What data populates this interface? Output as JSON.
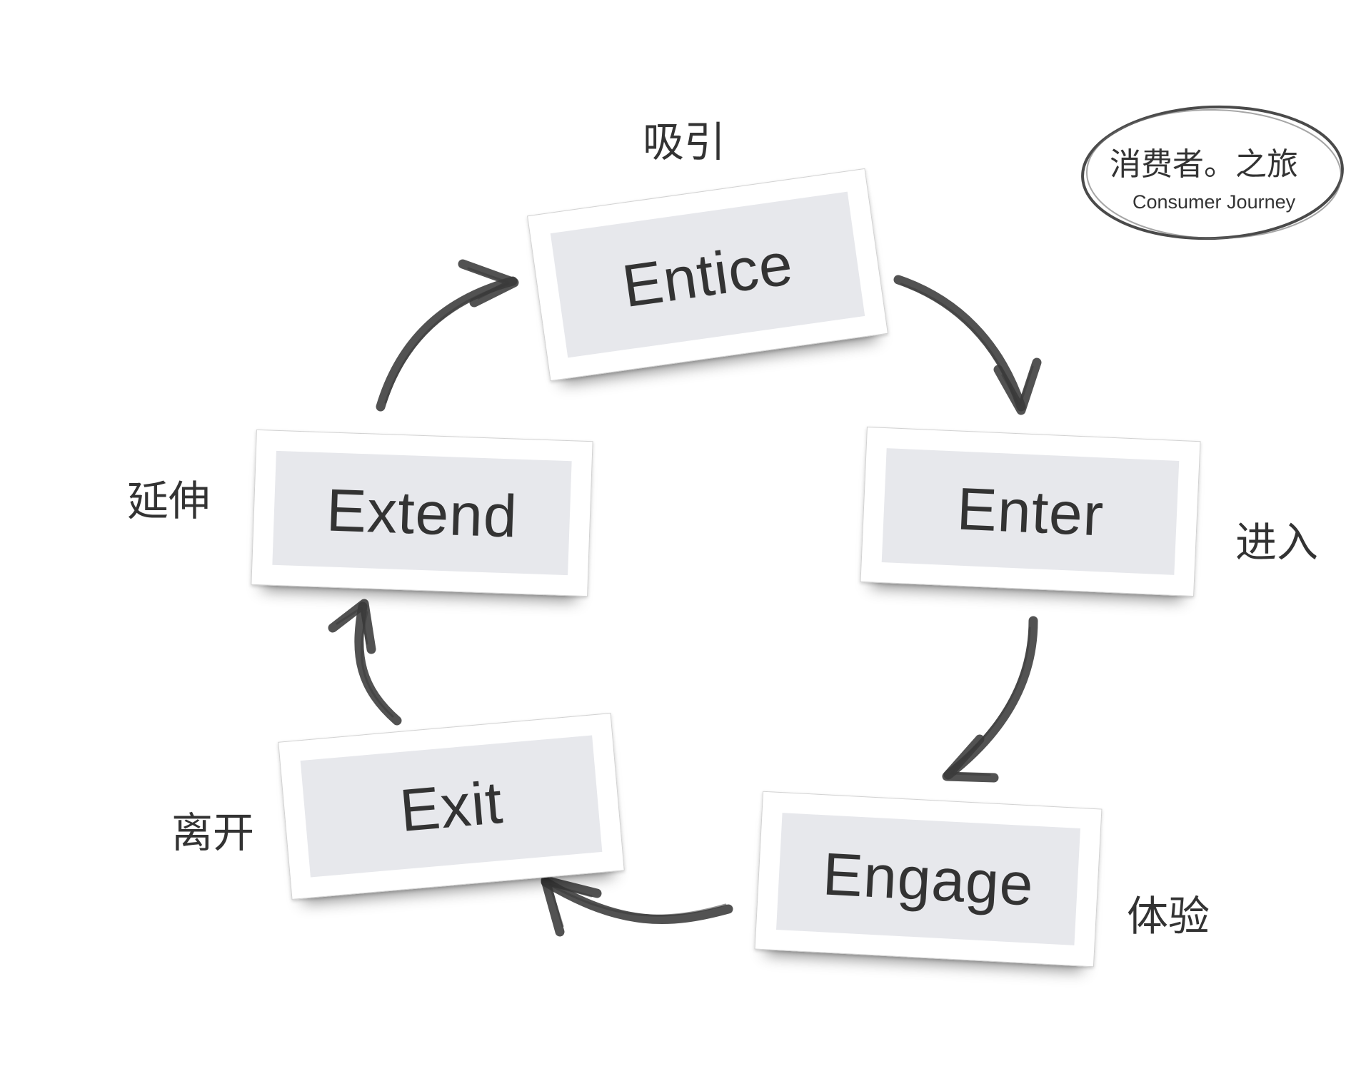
{
  "stages": [
    {
      "id": "entice",
      "label": "Entice",
      "label_cn": "吸引"
    },
    {
      "id": "enter",
      "label": "Enter",
      "label_cn": "进入"
    },
    {
      "id": "engage",
      "label": "Engage",
      "label_cn": "体验"
    },
    {
      "id": "exit",
      "label": "Exit",
      "label_cn": "离开"
    },
    {
      "id": "extend",
      "label": "Extend",
      "label_cn": "延伸"
    }
  ],
  "badge": {
    "title_cn": "消费者。之旅",
    "title_en": "Consumer Journey"
  },
  "colors": {
    "text": "#333333",
    "card_inner": "#e7e8ec",
    "arrow": "#3a3a3a"
  }
}
